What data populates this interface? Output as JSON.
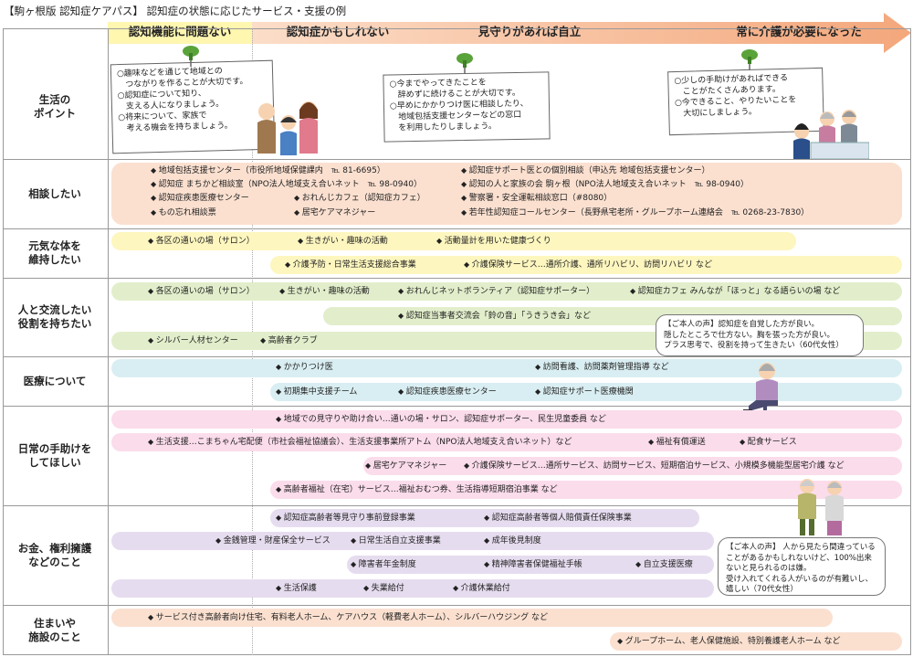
{
  "title": "【駒ヶ根版 認知症ケアパス】 認知症の状態に応じたサービス・支援の例",
  "stages": [
    "認知機能に問題ない",
    "認知症かもしれない",
    "見守りがあれば自立",
    "常に介護が必要になった"
  ],
  "rows": [
    "生活の\nポイント",
    "相談したい",
    "元気な体を\n維持したい",
    "人と交流したい\n役割を持ちたい",
    "医療について",
    "日常の手助けを\nしてほしい",
    "お金、権利擁護\nなどのこと",
    "住まいや\n施設のこと"
  ],
  "points": [
    [
      "○趣味などを通じて地域との",
      "　つながりを作ることが大切です。",
      "○認知症について知り、",
      "　支える人になりましょう。",
      "○将来について、家族で",
      "　考える機会を持ちましょう。"
    ],
    [
      "○今までやってきたことを",
      "　辞めずに続けることが大切です。",
      "○早めにかかりつけ医に相談したり、",
      "　地域包括支援センターなどの窓口",
      "　を利用したりしましょう。"
    ],
    [
      "○少しの手助けがあればできる",
      "　ことがたくさんあります。",
      "○今できること、やりたいことを",
      "　大切にしましょう。"
    ]
  ],
  "consult": [
    "地域包括支援センター（市役所地域保健課内　℡ 81-6695）",
    "認知症サポート医との個別相談（申込先 地域包括支援センター）",
    "認知症 まちかど相談室（NPO法人地域支え合いネット　℡ 98-0940）",
    "認知の人と家族の会 駒ヶ根（NPO法人地域支え合いネット　℡ 98-0940）",
    "認知症疾患医療センター",
    "おれんじカフェ（認知症カフェ）",
    "警察署・安全運転相談窓口（#8080）",
    "もの忘れ相談票",
    "居宅ケアマネジャー",
    "若年性認知症コールセンター（長野県宅老所・グループホーム連絡会　℡ 0268-23-7830）"
  ],
  "health": [
    "各区の通いの場（サロン）",
    "生きがい・趣味の活動",
    "活動量計を用いた健康づくり",
    "介護予防・日常生活支援総合事業",
    "介護保険サービス…通所介護、通所リハビリ、訪問リハビリ など"
  ],
  "social": [
    "各区の通いの場（サロン）",
    "生きがい・趣味の活動",
    "おれんじネットボランティア（認知症サポーター）",
    "認知症カフェ みんなが「ほっと」なる語らいの場 など",
    "認知症当事者交流会「鈴の音」「うきうき会」など",
    "シルバー人材センター",
    "高齢者クラブ"
  ],
  "voice1": "【ご本人の声】認知症を自覚した方が良い。\n隠したところで仕方ない。胸を張った方が良い。\nプラス思考で、役割を持って生きたい（60代女性）",
  "medical": [
    "かかりつけ医",
    "訪問看護、訪問薬剤管理指導 など",
    "初期集中支援チーム",
    "認知症疾患医療センター",
    "認知症サポート医療機関"
  ],
  "daily": [
    "地域での見守りや助け合い…通いの場・サロン、認知症サポーター、民生児童委員 など",
    "生活支援…こまちゃん宅配便（市社会福祉協議会）、生活支援事業所アトム（NPO法人地域支え合いネット）など",
    "福祉有償運送",
    "配食サービス",
    "居宅ケアマネジャー",
    "介護保険サービス…通所サービス、訪問サービス、短期宿泊サービス、小規模多機能型居宅介護 など",
    "高齢者福祉（在宅）サービス…福祉おむつ券、生活指導短期宿泊事業 など"
  ],
  "money": [
    "認知症高齢者等見守り事前登録事業",
    "認知症高齢者等個人賠償責任保険事業",
    "金銭管理・財産保全サービス",
    "日常生活自立支援事業",
    "成年後見制度",
    "障害者年金制度",
    "精神障害者保健福祉手帳",
    "自立支援医療",
    "生活保護",
    "失業給付",
    "介護休業給付"
  ],
  "voice2": "【ご本人の声】 人から見たら間違っている\nことがあるかもしれないけど、100%出来\nないと見られるのは嫌。\n受け入れてくれる人がいるのが有難いし、\n嬉しい（70代女性）",
  "housing": [
    "サービス付き高齢者向け住宅、有料老人ホーム、ケアハウス（軽費老人ホーム）、シルバーハウジング など",
    "グループホーム、老人保健施設、特別養護老人ホーム など"
  ],
  "colors": {
    "arrow_start": "#fde9d9",
    "arrow_end": "#f4a77b",
    "stage1": "#fff6b0",
    "consult": "#fbe0d0",
    "health": "#fdf6bf",
    "social": "#e2eecb",
    "medical": "#d9eef2",
    "daily": "#fbdceb",
    "money": "#e6dcef",
    "housing": "#fbe0d0",
    "pin": "#5aa33a"
  },
  "icons": [
    "pin-icon",
    "elderly-person-figure",
    "family-figure",
    "caregiver-figure",
    "couple-figure"
  ]
}
